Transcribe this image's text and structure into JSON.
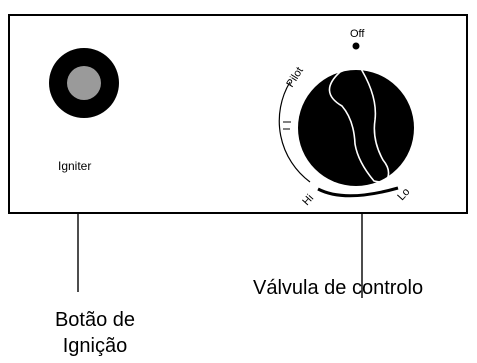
{
  "panel": {
    "igniter": {
      "label": "Igniter"
    },
    "valve": {
      "marks": {
        "off": "Off",
        "pilot": "Pilot",
        "hi": "Hi",
        "lo": "Lo"
      }
    }
  },
  "captions": {
    "ignition_button": "Botão de Ignição",
    "control_valve": "Válvula de controlo"
  },
  "colors": {
    "outline": "#000000",
    "button_center": "#9a9a9a",
    "background": "#ffffff"
  }
}
